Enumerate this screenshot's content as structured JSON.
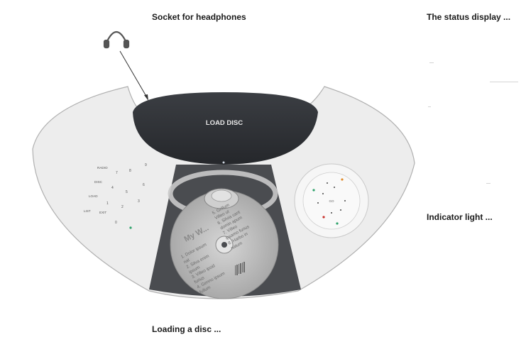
{
  "captions": {
    "headphones": "Socket for headphones",
    "status_display": "The status display ...",
    "indicator_light": "Indicator light ...",
    "loading_disc": "Loading a disc ..."
  },
  "device": {
    "load_disc_label": "LOAD DISC",
    "keypad": {
      "labels": [
        "RADIO",
        "DISC",
        "LOAD",
        "LIST",
        "EXIT"
      ],
      "digits": [
        "7",
        "8",
        "9",
        "4",
        "5",
        "6",
        "1",
        "2",
        "3",
        "0"
      ]
    },
    "disc": {
      "title": "My W...",
      "tracks_left": [
        "1. Dolor ipsum",
        "   nat",
        "2. Silva enim",
        "   ipsum",
        "3. Villeo ipsid",
        "   furius",
        "4. Genno ipsum",
        "   fullum"
      ],
      "tracks_right": [
        "5. Grillum",
        "   Villeo ut",
        "6. Silvia cant",
        "   domin apum",
        "7. Villeo",
        "   ipsamo furius",
        "8. Harbo in",
        "   natum"
      ]
    },
    "control": {
      "center": "GO"
    }
  },
  "colors": {
    "panel": "#ececec",
    "panel_stroke": "#b0b0b0",
    "lid": "#2e3136",
    "tray": "#4a4c50",
    "disc": "#b9b9b9",
    "indicator_green": "#2fa36b",
    "indicator_orange": "#e08b2b",
    "indicator_red": "#c8322c"
  }
}
